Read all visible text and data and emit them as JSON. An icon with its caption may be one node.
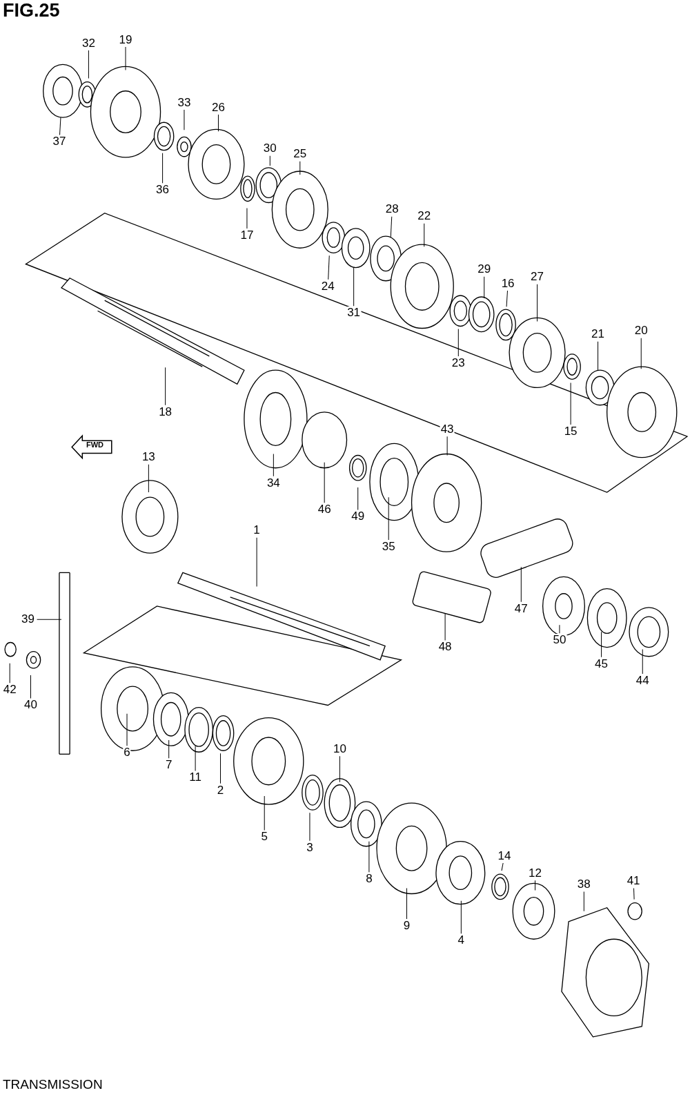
{
  "diagram": {
    "title": "FIG.25",
    "caption": "TRANSMISSION",
    "nodes": [
      {
        "text": [
          "32"
        ]
      },
      {
        "text": [
          "19"
        ]
      },
      {
        "text": [
          "37"
        ]
      },
      {
        "text": [
          "33"
        ]
      },
      {
        "text": [
          "26"
        ]
      },
      {
        "text": [
          "36"
        ]
      },
      {
        "text": [
          "30"
        ]
      },
      {
        "text": [
          "25"
        ]
      },
      {
        "text": [
          "17"
        ]
      },
      {
        "text": [
          "28"
        ]
      },
      {
        "text": [
          "22"
        ]
      },
      {
        "text": [
          "24"
        ]
      },
      {
        "text": [
          "31"
        ]
      },
      {
        "text": [
          "29"
        ]
      },
      {
        "text": [
          "16"
        ]
      },
      {
        "text": [
          "27"
        ]
      },
      {
        "text": [
          "23"
        ]
      },
      {
        "text": [
          "21"
        ]
      },
      {
        "text": [
          "20"
        ]
      },
      {
        "text": [
          "15"
        ]
      },
      {
        "text": [
          "18"
        ]
      },
      {
        "text": [
          "34"
        ]
      },
      {
        "text": [
          "46"
        ]
      },
      {
        "text": [
          "49"
        ]
      },
      {
        "text": [
          "35"
        ]
      },
      {
        "text": [
          "43"
        ]
      },
      {
        "text": [
          "13"
        ]
      },
      {
        "text": [
          "1"
        ]
      },
      {
        "text": [
          "47"
        ]
      },
      {
        "text": [
          "50"
        ]
      },
      {
        "text": [
          "48"
        ]
      },
      {
        "text": [
          "45"
        ]
      },
      {
        "text": [
          "44"
        ]
      },
      {
        "text": [
          "39"
        ]
      },
      {
        "text": [
          "42"
        ]
      },
      {
        "text": [
          "40"
        ]
      },
      {
        "text": [
          "6"
        ]
      },
      {
        "text": [
          "7"
        ]
      },
      {
        "text": [
          "11"
        ]
      },
      {
        "text": [
          "2"
        ]
      },
      {
        "text": [
          "5"
        ]
      },
      {
        "text": [
          "3"
        ]
      },
      {
        "text": [
          "10"
        ]
      },
      {
        "text": [
          "8"
        ]
      },
      {
        "text": [
          "9"
        ]
      },
      {
        "text": [
          "14"
        ]
      },
      {
        "text": [
          "12"
        ]
      },
      {
        "text": [
          "4"
        ]
      },
      {
        "text": [
          "38"
        ]
      },
      {
        "text": [
          "41"
        ]
      }
    ],
    "edges": [
      {
        "from": 0,
        "to": null,
        "arrow": "none"
      },
      {
        "from": 1,
        "to": null,
        "arrow": "none"
      },
      {
        "from": 2,
        "to": null,
        "arrow": "none"
      },
      {
        "from": 3,
        "to": null,
        "arrow": "none"
      },
      {
        "from": 4,
        "to": null,
        "arrow": "none"
      },
      {
        "from": 5,
        "to": null,
        "arrow": "none"
      },
      {
        "from": 6,
        "to": null,
        "arrow": "none"
      },
      {
        "from": 7,
        "to": null,
        "arrow": "none"
      },
      {
        "from": 8,
        "to": null,
        "arrow": "none"
      },
      {
        "from": 9,
        "to": null,
        "arrow": "none"
      },
      {
        "from": 10,
        "to": null,
        "arrow": "none"
      },
      {
        "from": 11,
        "to": null,
        "arrow": "none"
      },
      {
        "from": 12,
        "to": null,
        "arrow": "none"
      },
      {
        "from": 13,
        "to": null,
        "arrow": "none"
      },
      {
        "from": 14,
        "to": null,
        "arrow": "none"
      },
      {
        "from": 15,
        "to": null,
        "arrow": "none"
      },
      {
        "from": 16,
        "to": null,
        "arrow": "none"
      },
      {
        "from": 17,
        "to": null,
        "arrow": "none"
      },
      {
        "from": 18,
        "to": null,
        "arrow": "none"
      },
      {
        "from": 19,
        "to": null,
        "arrow": "none"
      },
      {
        "from": 20,
        "to": null,
        "arrow": "none"
      },
      {
        "from": 21,
        "to": null,
        "arrow": "none"
      },
      {
        "from": 22,
        "to": null,
        "arrow": "none"
      },
      {
        "from": 23,
        "to": null,
        "arrow": "none"
      },
      {
        "from": 24,
        "to": null,
        "arrow": "none"
      },
      {
        "from": 25,
        "to": null,
        "arrow": "none"
      },
      {
        "from": 26,
        "to": null,
        "arrow": "none"
      },
      {
        "from": 27,
        "to": null,
        "arrow": "none"
      },
      {
        "from": 28,
        "to": null,
        "arrow": "none"
      },
      {
        "from": 29,
        "to": null,
        "arrow": "none"
      },
      {
        "from": 30,
        "to": null,
        "arrow": "none"
      },
      {
        "from": 31,
        "to": null,
        "arrow": "none"
      },
      {
        "from": 32,
        "to": null,
        "arrow": "none"
      },
      {
        "from": 33,
        "to": null,
        "arrow": "none"
      },
      {
        "from": 34,
        "to": null,
        "arrow": "none"
      },
      {
        "from": 35,
        "to": null,
        "arrow": "none"
      },
      {
        "from": 36,
        "to": null,
        "arrow": "none"
      },
      {
        "from": 37,
        "to": null,
        "arrow": "none"
      },
      {
        "from": 38,
        "to": null,
        "arrow": "none"
      },
      {
        "from": 39,
        "to": null,
        "arrow": "none"
      },
      {
        "from": 40,
        "to": null,
        "arrow": "none"
      },
      {
        "from": 41,
        "to": null,
        "arrow": "none"
      },
      {
        "from": 42,
        "to": null,
        "arrow": "none"
      },
      {
        "from": 43,
        "to": null,
        "arrow": "none"
      },
      {
        "from": 44,
        "to": null,
        "arrow": "none"
      },
      {
        "from": 45,
        "to": null,
        "arrow": "none"
      },
      {
        "from": 46,
        "to": null,
        "arrow": "none"
      },
      {
        "from": 47,
        "to": null,
        "arrow": "none"
      },
      {
        "from": 48,
        "to": null,
        "arrow": "none"
      },
      {
        "from": 49,
        "to": null,
        "arrow": "none"
      }
    ],
    "labels": [
      "FWD"
    ]
  }
}
